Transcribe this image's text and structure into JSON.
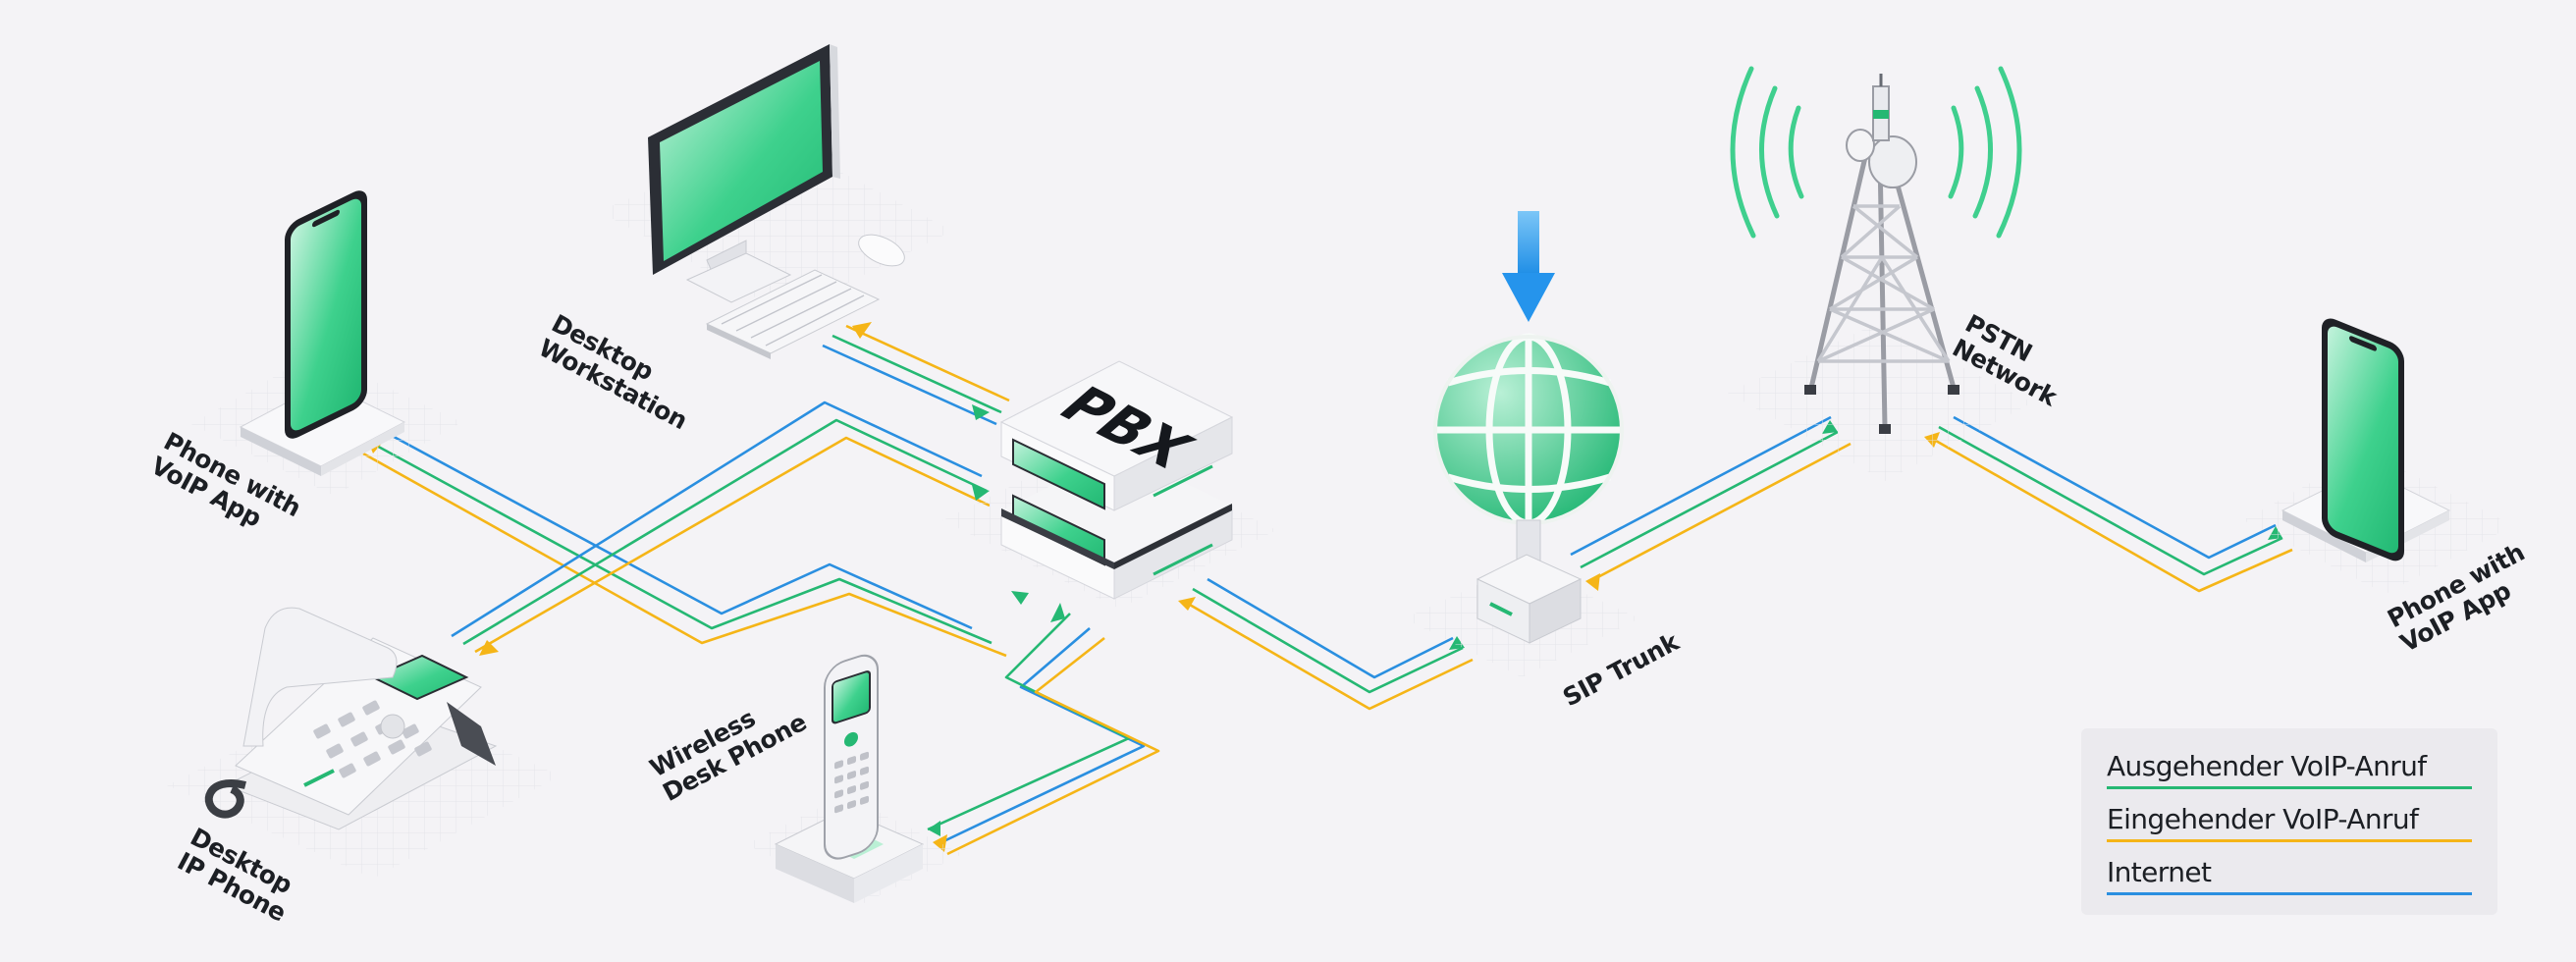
{
  "colors": {
    "outgoing": "#25b873",
    "incoming": "#f5b517",
    "internet": "#2a8fe0",
    "arrow": "#2a97ea",
    "device_green": "#3fcf8e",
    "background": "#f4f3f6"
  },
  "nodes": {
    "phone_left": "Phone with\nVoIP App",
    "desktop": "Desktop\nWorkstation",
    "pbx": "PBX",
    "desk_phone": "Desktop\nIP Phone",
    "wireless": "Wireless\nDesk Phone",
    "sip": "SIP Trunk",
    "pstn": "PSTN\nNetwork",
    "phone_right": "Phone with\nVoIP App"
  },
  "legend": {
    "items": [
      {
        "label": "Ausgehender VoIP-Anruf",
        "color": "#25b873"
      },
      {
        "label": "Eingehender VoIP-Anruf",
        "color": "#f5b517"
      },
      {
        "label": "Internet",
        "color": "#2a8fe0"
      }
    ]
  }
}
